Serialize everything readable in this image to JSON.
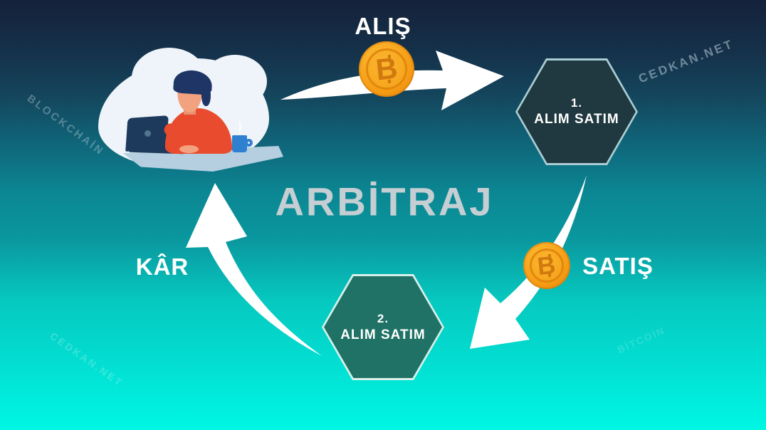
{
  "title": "ARBİTRAJ",
  "flow": {
    "buy_label": "ALIŞ",
    "sell_label": "SATIŞ",
    "profit_label": "KÂR"
  },
  "nodes": [
    {
      "number": "1.",
      "label": "ALIM SATIM"
    },
    {
      "number": "2.",
      "label": "ALIM SATIM"
    }
  ],
  "bitcoin_symbol": "B",
  "watermarks": {
    "top_left": "BLOCKCHAİN",
    "top_right": "CEDKAN.NET",
    "bottom_left": "CEDKAN.NET",
    "bottom_right": "BİTCOİN"
  },
  "colors": {
    "bg_top": "#15213a",
    "bg_bottom": "#00f7e4",
    "hexagon1_fill": "#20383f",
    "hexagon2_fill": "#1f7265",
    "coin_orange": "#f4a018",
    "coin_symbol": "#d1790e",
    "sweater_red": "#e94b2e",
    "title_color": "#c5cfd3",
    "arrow_white": "#ffffff"
  }
}
